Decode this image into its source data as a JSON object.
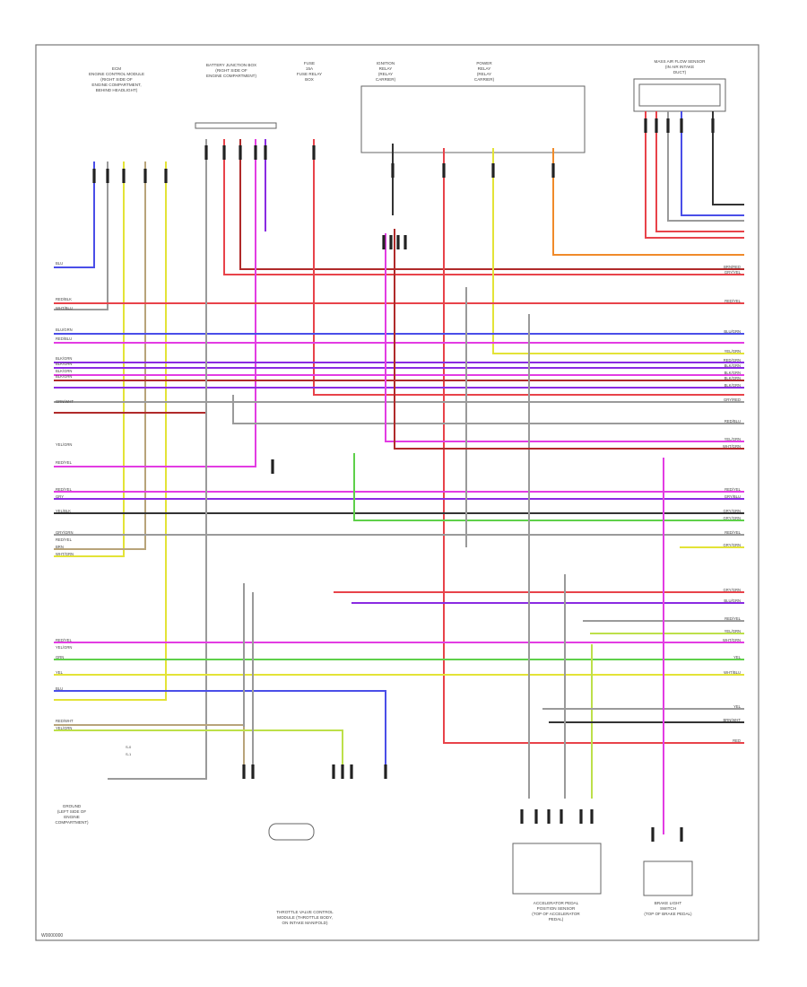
{
  "diagram": {
    "components": {
      "ecm_top_left": [
        "ECM",
        "ENGINE CONTROL MODULE",
        "(RIGHT SIDE OF",
        "ENGINE COMPARTMENT,",
        "BEHIND HEADLIGHT)"
      ],
      "relay_box_top": [
        "BATTERY JUNCTION BOX",
        "(RIGHT SIDE OF",
        "ENGINE COMPARTMENT)"
      ],
      "fuse_small": [
        "FUSE",
        "15A",
        "FUSE RELAY",
        "BOX"
      ],
      "relay_left": [
        "IGNITION",
        "RELAY",
        "(RELAY",
        "CARRIER)"
      ],
      "relay_right": [
        "POWER",
        "RELAY",
        "(RELAY",
        "CARRIER)"
      ],
      "connector_top_right": [
        "MASS AIR FLOW SENSOR",
        "(IN AIR INTAKE",
        "DUCT)"
      ],
      "ground_label": [
        "GROUND",
        "(LEFT SIDE OF",
        "ENGINE",
        "COMPARTMENT)"
      ],
      "bottom_center": [
        "THROTTLE VALVE CONTROL",
        "MODULE (THROTTLE BODY,",
        "ON INTAKE MANIFOLD)"
      ],
      "bottom_mid_right": [
        "ACCELERATOR PEDAL",
        "POSITION SENSOR",
        "(TOP OF ACCELERATOR",
        "PEDAL)"
      ],
      "bottom_right": [
        "BRAKE LIGHT",
        "SWITCH",
        "(TOP OF BRAKE PEDAL)"
      ]
    },
    "left_labels": [
      "BLU",
      "RED/BLK",
      "WHT/BLU",
      "BLU/GRN",
      "RED/BLU",
      "BLK/GRN",
      "BLK/GRN",
      "BLK/GRN",
      "BLK/GRN",
      "GRN/WHT",
      "YEL/GRN",
      "RED/YEL",
      "RED/YEL",
      "GRY",
      "YEL/BLK",
      "GRY/GRN",
      "RED/YEL",
      "BRN",
      "WHT/GRN",
      "RED/YEL",
      "YEL/GRN",
      "GRN",
      "YEL",
      "BLU",
      "RED/WHT",
      "YEL/GRN"
    ],
    "right_labels": [
      "BRN/RED",
      "GRY/YEL",
      "RED/YEL",
      "BLU/GRN",
      "YEL/GRN",
      "RED/GRN",
      "BLK/GRN",
      "BLK/GRN",
      "BLK/GRN",
      "BLK/GRN",
      "GRY/RED",
      "RED/BLU",
      "YEL/GRN",
      "WHT/GRN",
      "RED/YEL",
      "GRY/BLU",
      "GRY/GRN",
      "GRY/GRN",
      "RED/YEL",
      "GRY/GRN",
      "GRY/GRN",
      "BLU/GRN",
      "RED/YEL",
      "YEL/GRN",
      "WHT/GRN",
      "YEL",
      "WHT/BLU",
      "YEL",
      "BRN/WHT",
      "RED"
    ],
    "footer_code": "W0000000",
    "notes": [
      "S-0",
      "S-1"
    ]
  },
  "colors": {
    "frame": "#555555",
    "red": "#e8434a",
    "blue": "#4a4ee8",
    "yellow": "#e3e337",
    "magenta": "#e33ce3",
    "green": "#5ed04a",
    "darkred": "#b02a2a",
    "purple": "#8a2be2",
    "gray": "#9a9a9a",
    "tan": "#b8a47a",
    "orange": "#f08a2a",
    "black": "#333333",
    "lime": "#bde04a"
  }
}
